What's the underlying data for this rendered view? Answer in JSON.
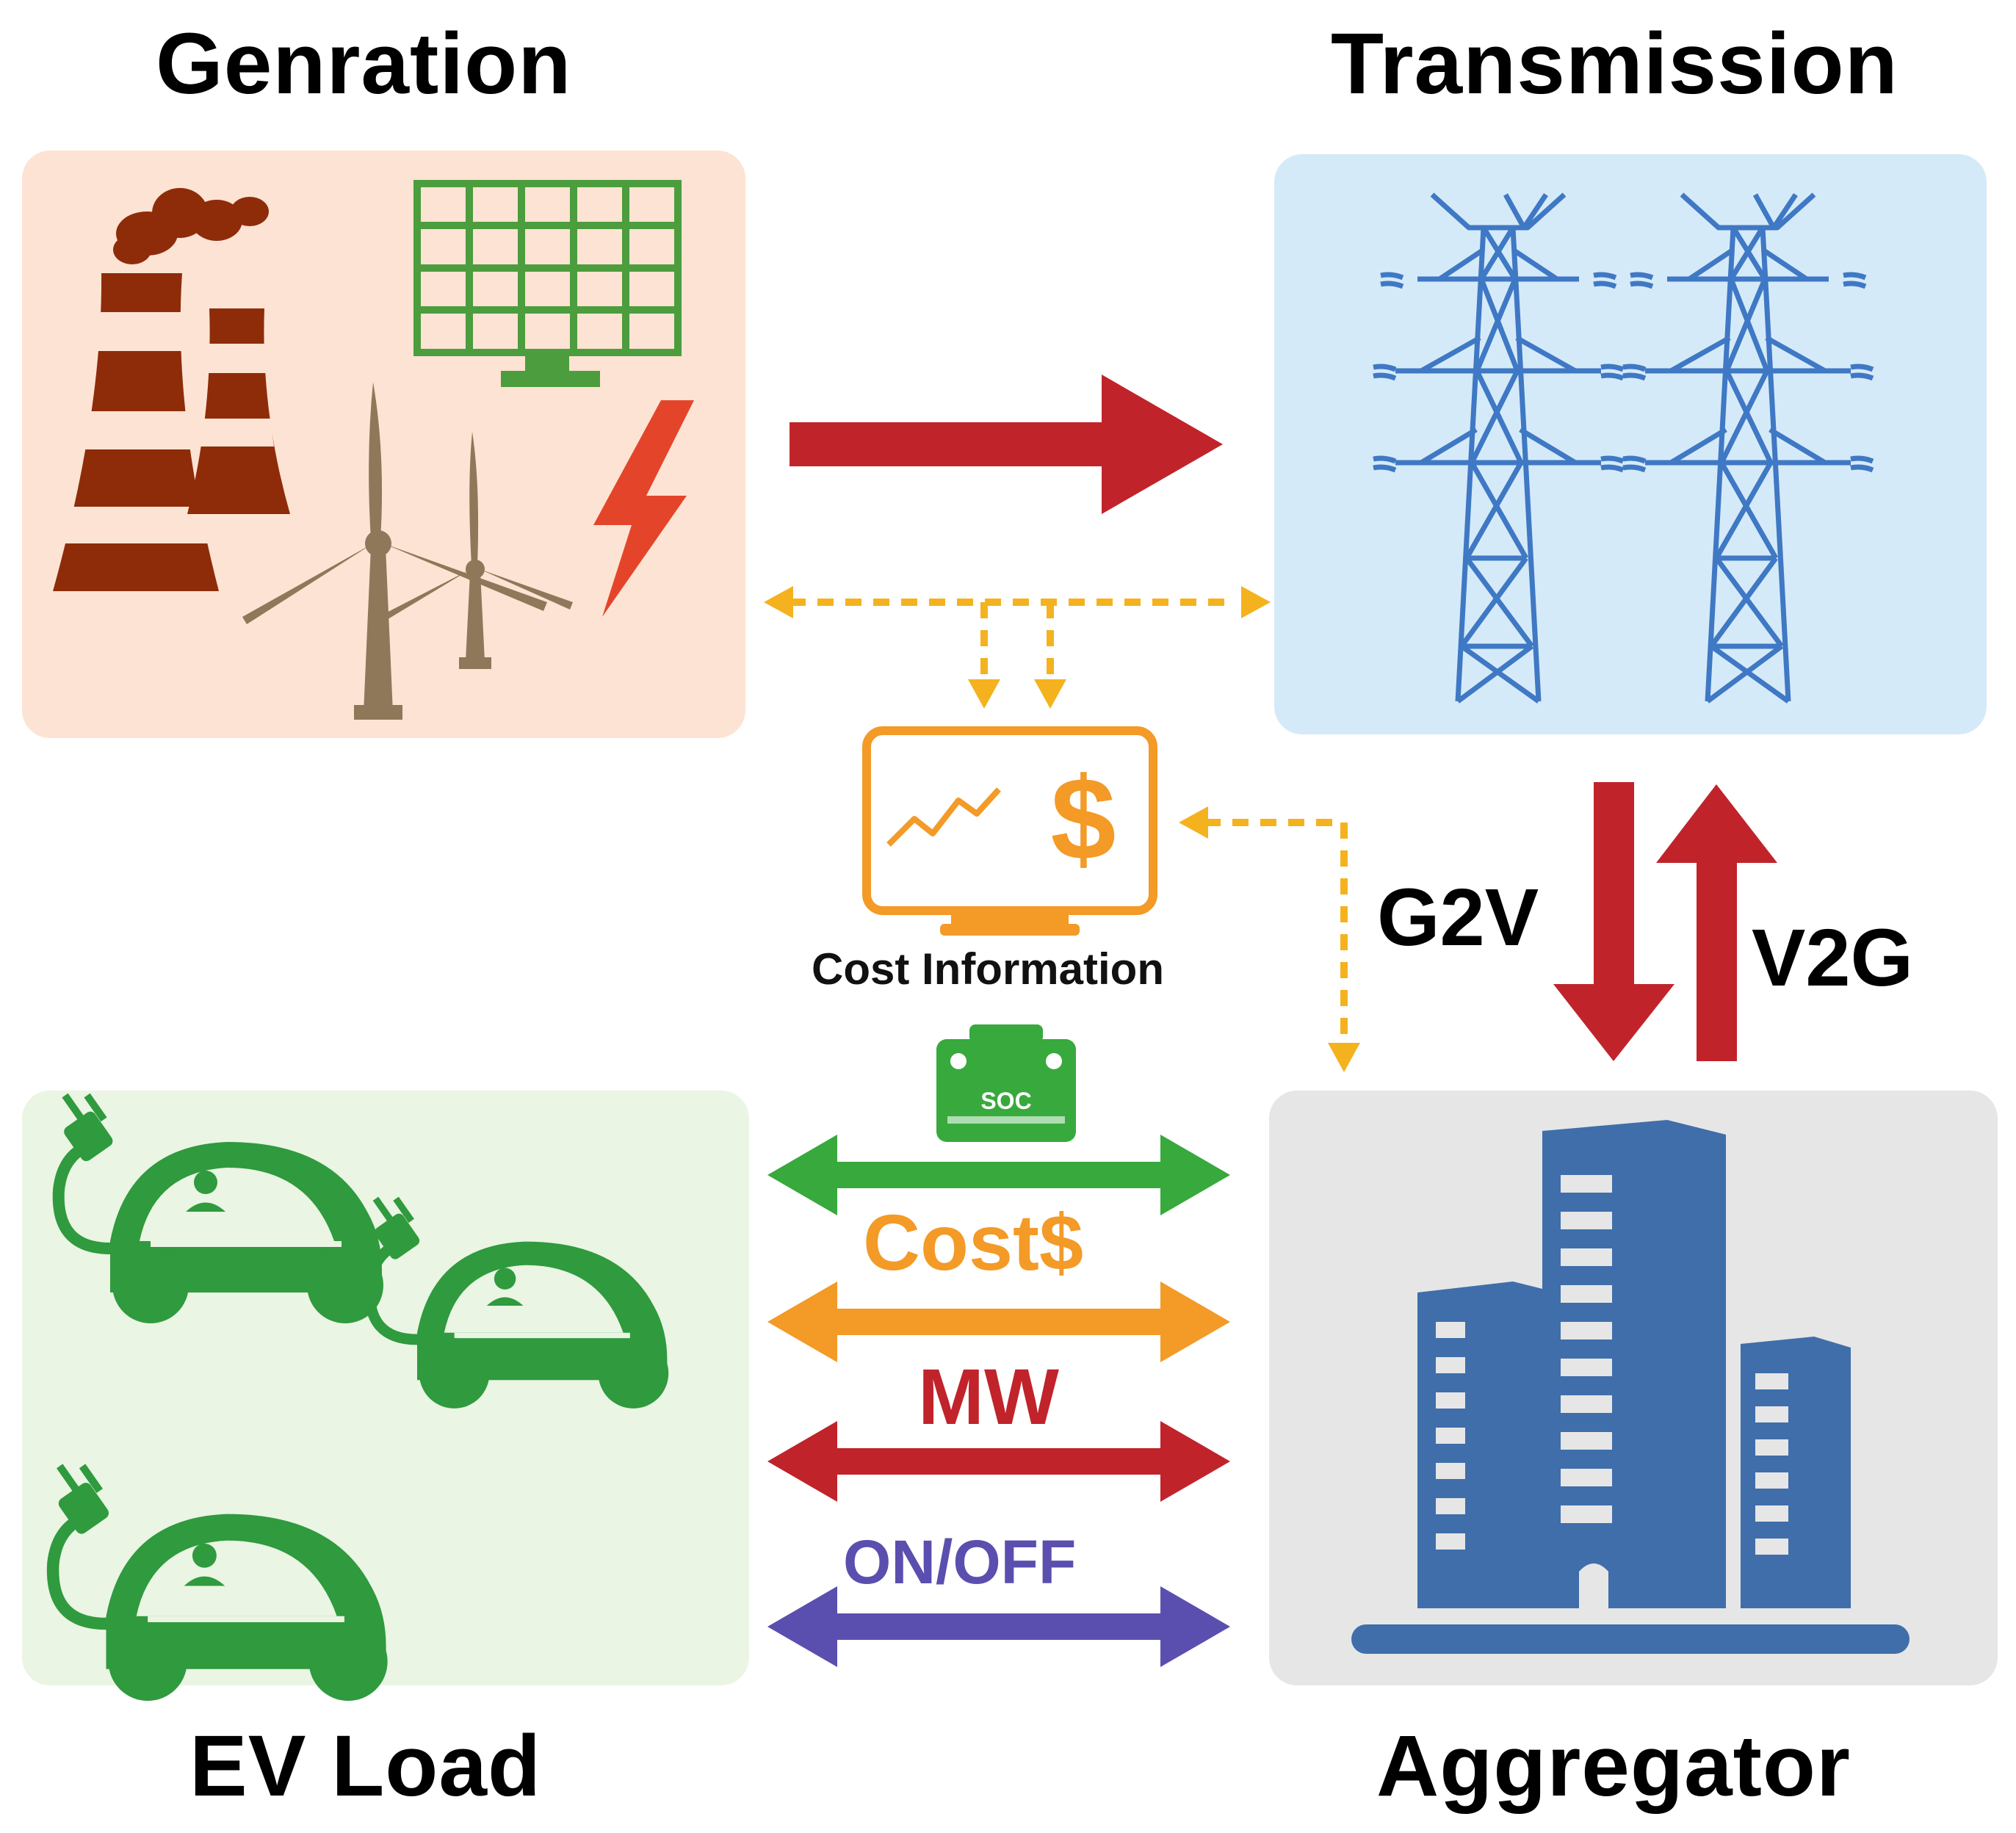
{
  "sections": {
    "generation": "Genration",
    "transmission": "Transmission",
    "ev_load": "EV Load",
    "aggregator": "Aggregator"
  },
  "cost_info_label": "Cost Information",
  "flows": {
    "g2v": "G2V",
    "v2g": "V2G"
  },
  "signals": {
    "soc": "SOC",
    "cost": "Cost$",
    "mw": "MW",
    "onoff": "ON/OFF"
  },
  "monitor_symbol": "$",
  "colors": {
    "generation_bg": "#fde3d3",
    "transmission_bg": "#d5eaf8",
    "ev_bg": "#eaf5e3",
    "aggregator_bg": "#e6e6e6",
    "power_arrow": "#c1232b",
    "info_dashed": "#f4b21f",
    "soc_arrow": "#38a93c",
    "cost_arrow": "#f39a27",
    "mw_arrow": "#c1232b",
    "onoff_arrow": "#5a4fae",
    "tower": "#3f78c4",
    "building": "#3f6eaa",
    "ev": "#2f9a3e",
    "factory": "#8e2c0a",
    "turbine": "#8f775a",
    "solar": "#4c9d3d",
    "lightning": "#e4452a"
  }
}
